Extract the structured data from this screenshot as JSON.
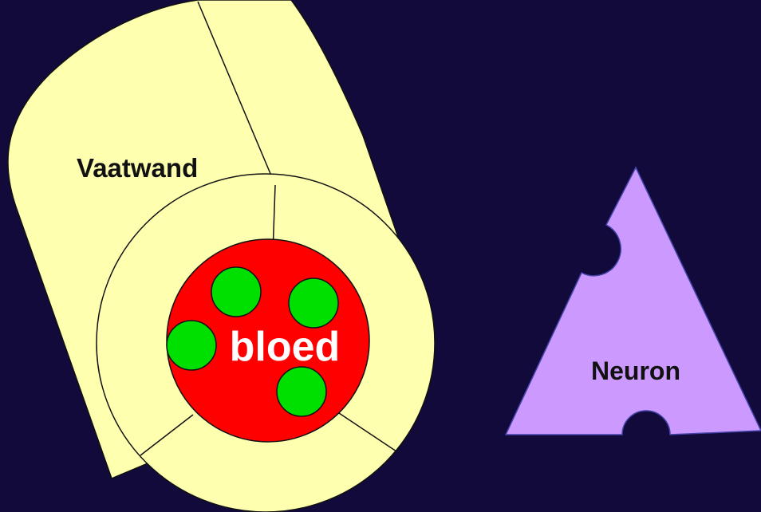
{
  "colors": {
    "background": "#110a3a",
    "vessel_wall": "#ffffb0",
    "blood": "#ff0000",
    "cells": "#00e000",
    "neuron": "#cc99ff",
    "outline": "#111111"
  },
  "labels": {
    "vessel_wall": "Vaatwand",
    "blood": "bloed",
    "neuron": "Neuron"
  }
}
